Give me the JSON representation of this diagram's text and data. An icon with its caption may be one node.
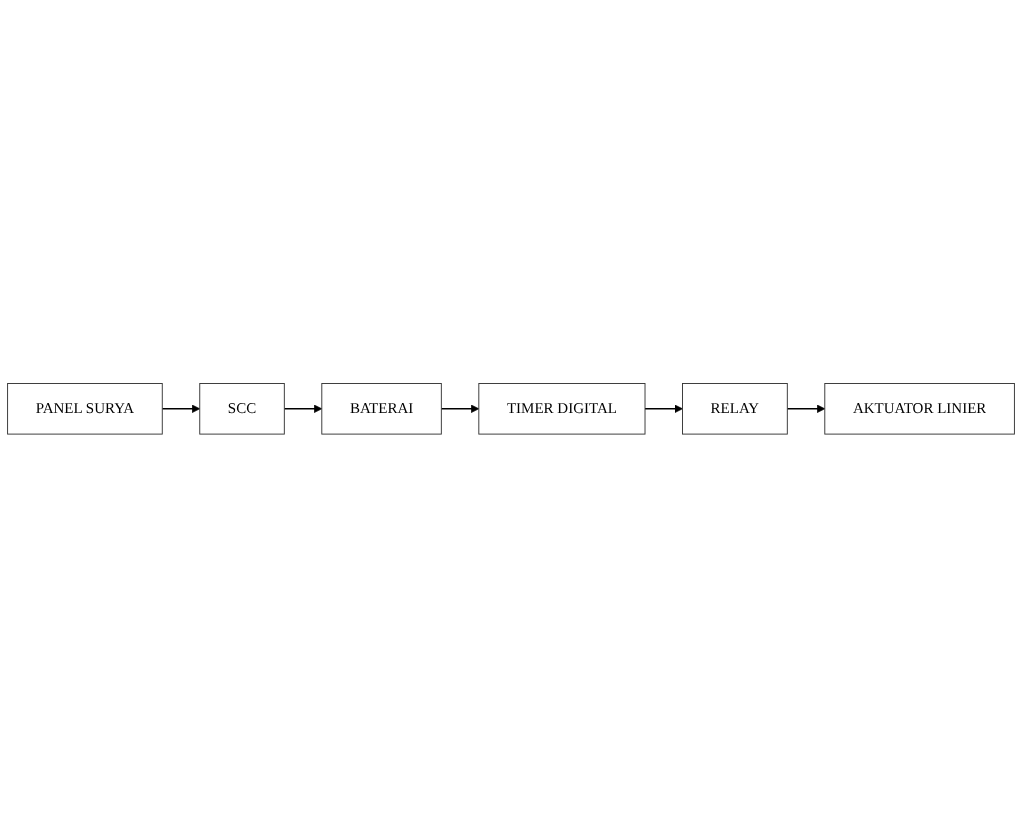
{
  "diagram": {
    "nodes": [
      {
        "text": [
          "PANEL SURYA"
        ]
      },
      {
        "text": [
          "SCC"
        ]
      },
      {
        "text": [
          "BATERAI"
        ]
      },
      {
        "text": [
          "TIMER DIGITAL"
        ]
      },
      {
        "text": [
          "RELAY"
        ]
      },
      {
        "text": [
          "AKTUATOR LINIER"
        ]
      }
    ],
    "edges": [
      {
        "from": 0,
        "to": 1,
        "arrow": "to"
      },
      {
        "from": 1,
        "to": 2,
        "arrow": "to"
      },
      {
        "from": 2,
        "to": 3,
        "arrow": "to"
      },
      {
        "from": 3,
        "to": 4,
        "arrow": "to"
      },
      {
        "from": 4,
        "to": 5,
        "arrow": "to"
      }
    ]
  }
}
